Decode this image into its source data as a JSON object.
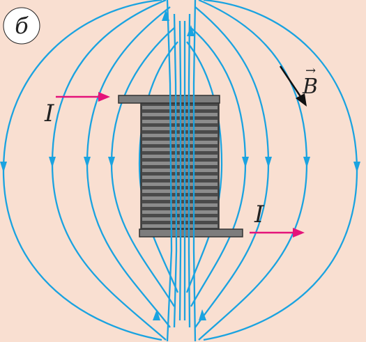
{
  "figure_label": "б",
  "current_label_in": "I",
  "current_label_out": "I",
  "field_label": "B",
  "colors": {
    "background": "#f9dfd1",
    "field_lines": "#1aa3e0",
    "current_arrow": "#e4137a",
    "coil": "#555555",
    "coil_light": "#8c8c8c",
    "text": "#222222"
  }
}
